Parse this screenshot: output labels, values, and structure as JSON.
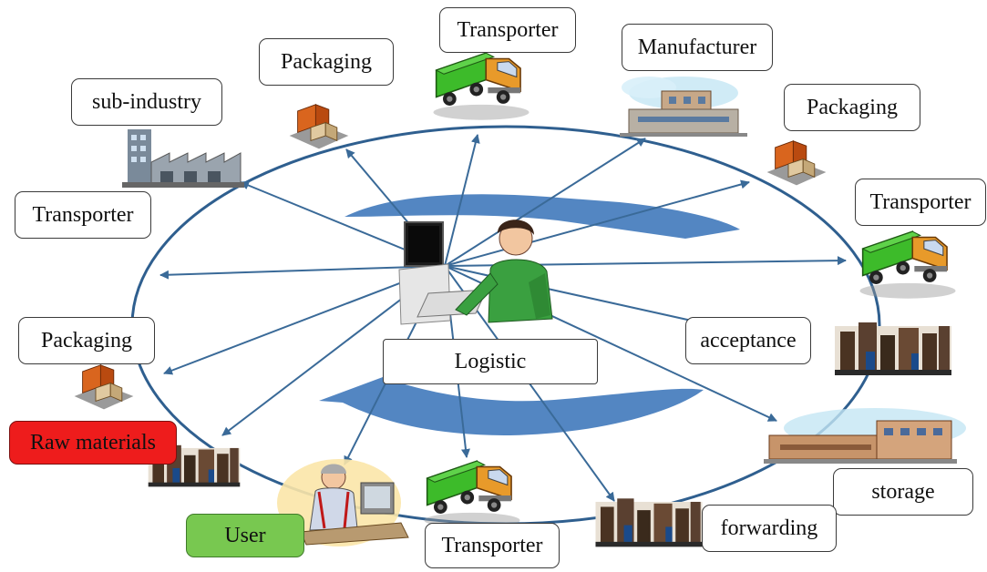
{
  "labels": {
    "transporter_top": "Transporter",
    "manufacturer": "Manufacturer",
    "packaging_top": "Packaging",
    "sub_industry": "sub-industry",
    "packaging_right": "Packaging",
    "transporter_left": "Transporter",
    "transporter_right": "Transporter",
    "packaging_left": "Packaging",
    "acceptance": "acceptance",
    "logistic": "Logistic",
    "raw_materials": "Raw materials",
    "storage": "storage",
    "user": "User",
    "transporter_bottom": "Transporter",
    "forwarding": "forwarding"
  },
  "colors": {
    "ring": "#2f5f8f",
    "arrow": "#3a6a98",
    "cycle_arrow": "#4a7fbf",
    "raw_materials_fill": "#ee1c1c",
    "user_fill": "#78c850",
    "truck_cargo": "#3dbb2a",
    "truck_cab": "#e89a2a"
  },
  "icons": {
    "hub": "person-at-computer-icon",
    "truck": "truck-icon",
    "boxes": "boxes-icon",
    "factory": "factory-icon",
    "warehouse": "warehouse-icon",
    "user": "user-at-desk-icon"
  }
}
